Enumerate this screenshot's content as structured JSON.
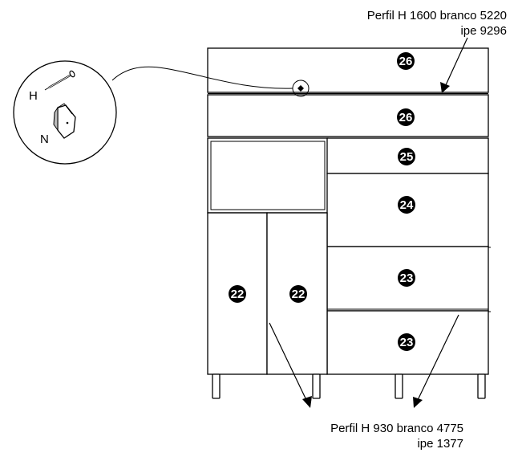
{
  "callouts": {
    "top_profile_line1": "Perfil H 1600 branco 5220",
    "top_profile_line2": "ipe 9296",
    "bottom_profile_line1": "Perfil H 930 branco 4775",
    "bottom_profile_line2": "ipe 1377"
  },
  "detail": {
    "label_h": "H",
    "label_n": "N"
  },
  "parts": {
    "top_drawer": "26",
    "second_drawer": "26",
    "small_drawer": "25",
    "middle_drawer": "24",
    "lower_drawer": "23",
    "bottom_drawer": "23",
    "left_door": "22",
    "right_door": "22"
  }
}
